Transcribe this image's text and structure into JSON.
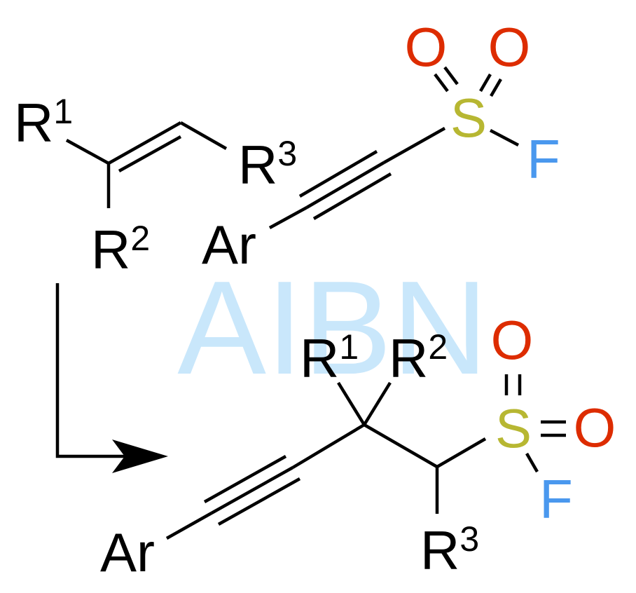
{
  "colors": {
    "carbon": "#000000",
    "oxygen": "#dd2c00",
    "sulfur": "#b7b732",
    "fluorine": "#4a98ee",
    "watermark": "#c9e7fb"
  },
  "reagent": {
    "label": "AIBN"
  },
  "alkene": {
    "r1": {
      "base": "R",
      "sup": "1"
    },
    "r2": {
      "base": "R",
      "sup": "2"
    },
    "r3": {
      "base": "R",
      "sup": "3"
    }
  },
  "alkynyl_sulfonyl_fluoride": {
    "aryl": "Ar",
    "sulfur": "S",
    "oxygen_1": "O",
    "oxygen_2": "O",
    "fluorine": "F"
  },
  "product": {
    "aryl": "Ar",
    "r1": {
      "base": "R",
      "sup": "1"
    },
    "r2": {
      "base": "R",
      "sup": "2"
    },
    "r3": {
      "base": "R",
      "sup": "3"
    },
    "sulfur": "S",
    "oxygen_top": "O",
    "oxygen_right": "O",
    "fluorine": "F"
  }
}
